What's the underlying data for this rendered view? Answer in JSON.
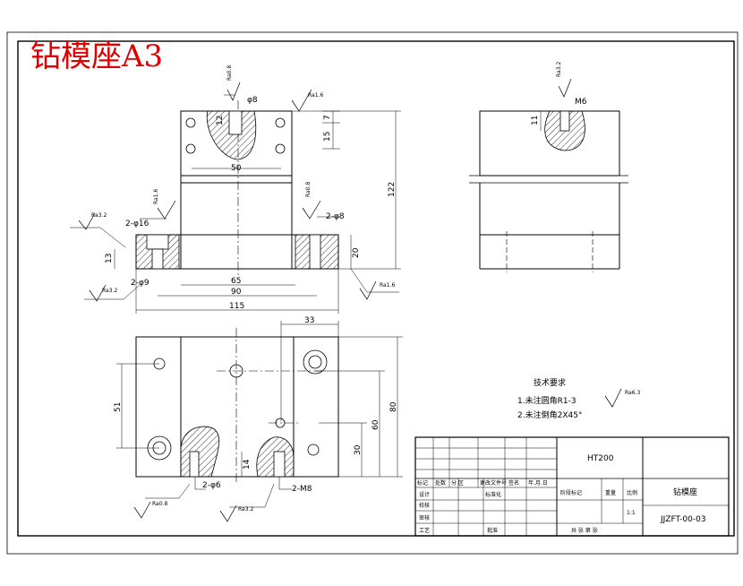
{
  "title": "钻模座A3",
  "dims": {
    "d_phi8": "φ8",
    "d_12": "12",
    "d_7": "7",
    "d_15": "15",
    "d_50": "50",
    "d_122": "122",
    "d_2phi16": "2-φ16",
    "d_2phi8": "2-φ8",
    "d_13": "13",
    "d_20": "20",
    "d_2phi9": "2-φ9",
    "d_65": "65",
    "d_90": "90",
    "d_115": "115",
    "d_M6": "M6",
    "d_11": "11",
    "d_33": "33",
    "d_51": "51",
    "d_80": "80",
    "d_60": "60",
    "d_30": "30",
    "d_14": "14",
    "d_2phi6": "2-φ6",
    "d_2M8": "2-M8"
  },
  "roughness": {
    "r08": "Ra0.8",
    "r16": "Ra1.6",
    "r32": "Ra3.2",
    "r63": "Ra6.3"
  },
  "notes": {
    "heading": "技术要求",
    "line1": "1.未注圆角R1-3",
    "line2": "2.未注倒角2X45°"
  },
  "title_block": {
    "material": "HT200",
    "part_name": "钻模座",
    "drawing_no": "JJZFT-00-03",
    "scale": "1:1",
    "row_labels": [
      "标记",
      "处数",
      "分 区",
      "更改文件号",
      "签名",
      "年.月.日"
    ],
    "designer": "设计",
    "checker": "校核",
    "audit": "审核",
    "process": "工艺",
    "standardize": "标准化",
    "approve": "批准",
    "stage_mark": "阶段标记",
    "weight": "重量",
    "ratio": "比例",
    "sheets": "共  张  第  张"
  }
}
